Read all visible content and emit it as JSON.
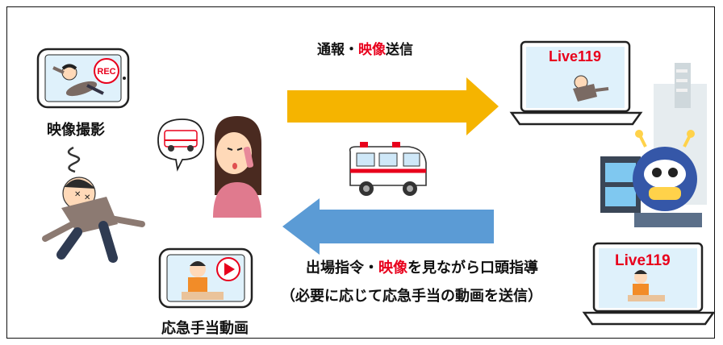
{
  "labels": {
    "video_shoot": "映像撮影",
    "first_aid_video": "応急手当動画",
    "rec": "REC"
  },
  "top_message": {
    "part1": "通報・",
    "highlight": "映像",
    "part2": "送信"
  },
  "bottom_message": {
    "part1": "出場指令・",
    "highlight": "映像",
    "part2": "を見ながら口頭指導",
    "line2": "（必要に応じて応急手当の動画を送信）"
  },
  "laptops": {
    "top_brand": "Live119",
    "bottom_brand": "Live119"
  },
  "colors": {
    "arrow_right": "#f5b400",
    "arrow_left": "#5b9bd5",
    "highlight_red": "#e8001c",
    "ambulance_red": "#e8001c"
  }
}
